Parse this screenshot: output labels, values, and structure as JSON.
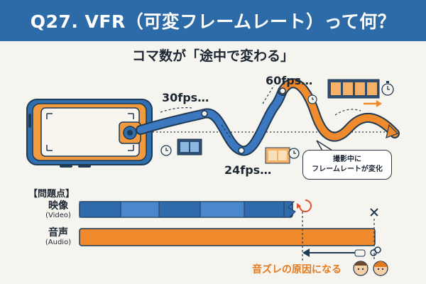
{
  "title": "Q27. VFR（可変フレームレート）って何？",
  "subtitle": "コマ数が「途中で変わる」",
  "fps_labels": {
    "high": "60fps…",
    "mid": "30fps…",
    "low": "24fps…"
  },
  "callout": {
    "line1": "撮影中に",
    "line2": "フレームレートが変化"
  },
  "issues_heading": "【問題点】",
  "tracks": {
    "video": {
      "main": "映像",
      "sub": "(Video)"
    },
    "audio": {
      "main": "音声",
      "sub": "(Audio)"
    }
  },
  "problem_text": "音ズレの原因になる",
  "colors": {
    "header": "#2c6ba8",
    "video_blue": "#3b78bf",
    "audio_orange": "#ef8b2c",
    "background": "#f6f4ee"
  }
}
